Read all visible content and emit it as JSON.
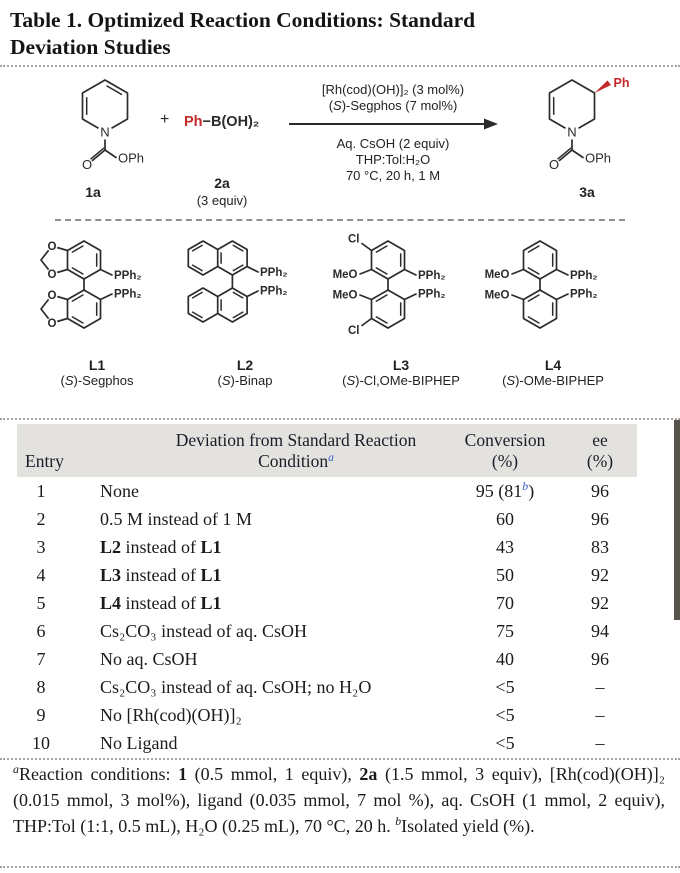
{
  "title_lines": [
    "Table 1. Optimized Reaction Conditions: Standard",
    "Deviation Studies"
  ],
  "colors": {
    "red": "#c62828",
    "blue": "#3a5fc0",
    "header_bg": "#e4e2df"
  },
  "atoms": {
    "N": "N",
    "O": "O",
    "OPh": "OPh",
    "Ph": "Ph",
    "PPh2": "PPh₂",
    "MeO": "MeO",
    "Cl": "Cl"
  },
  "scheme": {
    "reactant1_label": "1a",
    "plus": "+",
    "reagent_formula": [
      {
        "t": "Ph",
        "red": true
      },
      {
        "t": "−B(OH)₂"
      }
    ],
    "reagent_label": "2a",
    "reagent_equiv": "(3 equiv)",
    "cond_above": [
      [
        {
          "t": "[Rh(cod)(OH)]₂ (3 mol%)"
        }
      ],
      [
        {
          "t": "("
        },
        {
          "t": "S",
          "i": true
        },
        {
          "t": ")-Segphos (7 mol%)"
        }
      ]
    ],
    "cond_below": [
      [
        {
          "t": "Aq. CsOH (2 equiv)"
        }
      ],
      [
        {
          "t": "THP:Tol:H₂O"
        }
      ],
      [
        {
          "t": "70 °C, 20 h, 1 M"
        }
      ]
    ],
    "product_label": "3a"
  },
  "ligands": [
    {
      "id": "L1",
      "name": [
        {
          "t": "("
        },
        {
          "t": "S",
          "i": true
        },
        {
          "t": ")-Segphos"
        }
      ]
    },
    {
      "id": "L2",
      "name": [
        {
          "t": "("
        },
        {
          "t": "S",
          "i": true
        },
        {
          "t": ")-Binap"
        }
      ]
    },
    {
      "id": "L3",
      "name": [
        {
          "t": "("
        },
        {
          "t": "S",
          "i": true
        },
        {
          "t": ")-Cl,OMe-BIPHEP"
        }
      ]
    },
    {
      "id": "L4",
      "name": [
        {
          "t": "("
        },
        {
          "t": "S",
          "i": true
        },
        {
          "t": ")-OMe-BIPHEP"
        }
      ]
    }
  ],
  "table": {
    "header": {
      "entry": "Entry",
      "deviation_line1": "Deviation from Standard Reaction",
      "deviation_line2": [
        {
          "t": "Condition"
        },
        {
          "t": "a",
          "sup": true,
          "i": true,
          "blue": true
        }
      ],
      "conversion_line1": "Conversion",
      "conversion_line2": "(%)",
      "ee_line1": "ee",
      "ee_line2": "(%)"
    },
    "rows": [
      {
        "entry": "1",
        "deviation": [
          {
            "t": "None"
          }
        ],
        "conversion": [
          {
            "t": "95 (81"
          },
          {
            "t": "b",
            "sup": true,
            "i": true,
            "blue": true
          },
          {
            "t": ")"
          }
        ],
        "ee": "96"
      },
      {
        "entry": "2",
        "deviation": [
          {
            "t": "0.5 M instead of 1 M"
          }
        ],
        "conversion": [
          {
            "t": "60"
          }
        ],
        "ee": "96"
      },
      {
        "entry": "3",
        "deviation": [
          {
            "t": "L2",
            "b": true
          },
          {
            "t": " instead of "
          },
          {
            "t": "L1",
            "b": true
          }
        ],
        "conversion": [
          {
            "t": "43"
          }
        ],
        "ee": "83"
      },
      {
        "entry": "4",
        "deviation": [
          {
            "t": "L3",
            "b": true
          },
          {
            "t": " instead of "
          },
          {
            "t": "L1",
            "b": true
          }
        ],
        "conversion": [
          {
            "t": "50"
          }
        ],
        "ee": "92"
      },
      {
        "entry": "5",
        "deviation": [
          {
            "t": "L4",
            "b": true
          },
          {
            "t": " instead of "
          },
          {
            "t": "L1",
            "b": true
          }
        ],
        "conversion": [
          {
            "t": "70"
          }
        ],
        "ee": "92"
      },
      {
        "entry": "6",
        "deviation": [
          {
            "t": "Cs₂CO₃ instead of aq. CsOH"
          }
        ],
        "conversion": [
          {
            "t": "75"
          }
        ],
        "ee": "94"
      },
      {
        "entry": "7",
        "deviation": [
          {
            "t": "No aq. CsOH"
          }
        ],
        "conversion": [
          {
            "t": "40"
          }
        ],
        "ee": "96"
      },
      {
        "entry": "8",
        "deviation": [
          {
            "t": "Cs₂CO₃ instead of aq. CsOH; no H₂O"
          }
        ],
        "conversion": [
          {
            "t": "<5"
          }
        ],
        "ee": "–"
      },
      {
        "entry": "9",
        "deviation": [
          {
            "t": "No [Rh(cod)(OH)]₂"
          }
        ],
        "conversion": [
          {
            "t": "<5"
          }
        ],
        "ee": "–"
      },
      {
        "entry": "10",
        "deviation": [
          {
            "t": "No Ligand"
          }
        ],
        "conversion": [
          {
            "t": "<5"
          }
        ],
        "ee": "–"
      }
    ]
  },
  "footnote": [
    {
      "t": "a",
      "sup": true,
      "i": true
    },
    {
      "t": "Reaction conditions: "
    },
    {
      "t": "1",
      "b": true
    },
    {
      "t": " (0.5 mmol, 1 equiv), "
    },
    {
      "t": "2a",
      "b": true
    },
    {
      "t": " (1.5 mmol, 3 equiv), [Rh(cod)(OH)]₂ (0.015 mmol, 3 mol%), ligand (0.035 mmol, 7 mol %), aq. CsOH (1 mmol, 2 equiv), THP:Tol (1:1, 0.5 mL), H₂O (0.25 mL), 70 °C, 20 h. "
    },
    {
      "t": "b",
      "sup": true,
      "i": true
    },
    {
      "t": "Isolated yield (%)."
    }
  ]
}
